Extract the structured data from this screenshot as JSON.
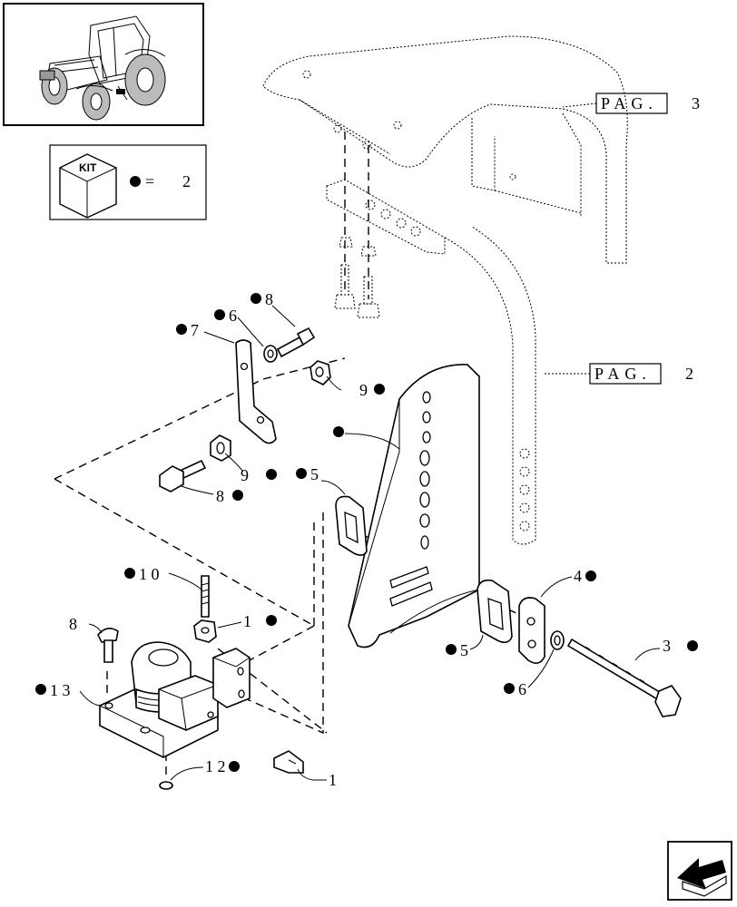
{
  "kit_box": {
    "kit_label": "KIT",
    "equals": "=",
    "value": "2"
  },
  "page_refs": [
    {
      "label": "PAG.",
      "number": "3"
    },
    {
      "label": "PAG.",
      "number": "2"
    }
  ],
  "callouts": {
    "c8_top": "8",
    "c6_top": "6",
    "c7": "7",
    "c9_upper": "9",
    "c9_lower": "9",
    "c8_mid": "8",
    "c5_upper": "5",
    "c4": "4",
    "c3": "3",
    "c5_lower": "5",
    "c6_lower": "6",
    "c10": "1 0",
    "c1_right": "1",
    "c8_left": "8",
    "c13": "1 3",
    "c12": "1 2",
    "c1_bottom": "1"
  }
}
